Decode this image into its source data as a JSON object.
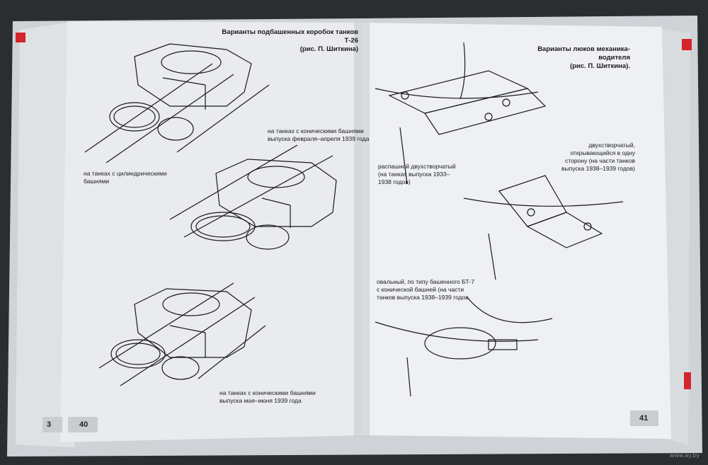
{
  "left_page": {
    "heading_line1": "Варианты подбашенных коробок танков Т-26",
    "heading_line2": "(рис. П. Шиткина)",
    "caption_cylindrical_line1": "на танках с цилиндрическими",
    "caption_cylindrical_line2": "башнями",
    "caption_conical_feb_line1": "на танках с коническими башнями",
    "caption_conical_feb_line2": "выпуска февраля–апреля 1939 года",
    "caption_conical_may_line1": "на танках с коническими башнями",
    "caption_conical_may_line2": "выпуска мая–июня 1939 года",
    "page_number": "40",
    "prev_page_fragment": "3"
  },
  "right_page": {
    "heading_line1": "Варианты люков механика-водителя",
    "heading_line2": "(рис. П. Шиткина).",
    "caption_hinged_line1": "распашной двухстворчатый",
    "caption_hinged_line2": "(на танках выпуска 1933–",
    "caption_hinged_line3": "1938 годов)",
    "caption_double_line1": "двухстворчатый,",
    "caption_double_line2": "открывающийся в одну",
    "caption_double_line3": "сторону (на части танков",
    "caption_double_line4": "выпуска 1938–1939 годов)",
    "caption_oval_line1": "овальный, по типу башенного БТ-7",
    "caption_oval_line2": "с конической башней (на части",
    "caption_oval_line3": "танков выпуска 1938–1939 годов",
    "page_number": "41"
  },
  "watermark": "www.ay.by",
  "colors": {
    "background": "#2a2e31",
    "paper_left": "#e9ebee",
    "paper_right": "#eef0f3",
    "page_tab": "#c9cdd1",
    "red_tab": "#d4242c",
    "ink": "#1a1a1a"
  }
}
